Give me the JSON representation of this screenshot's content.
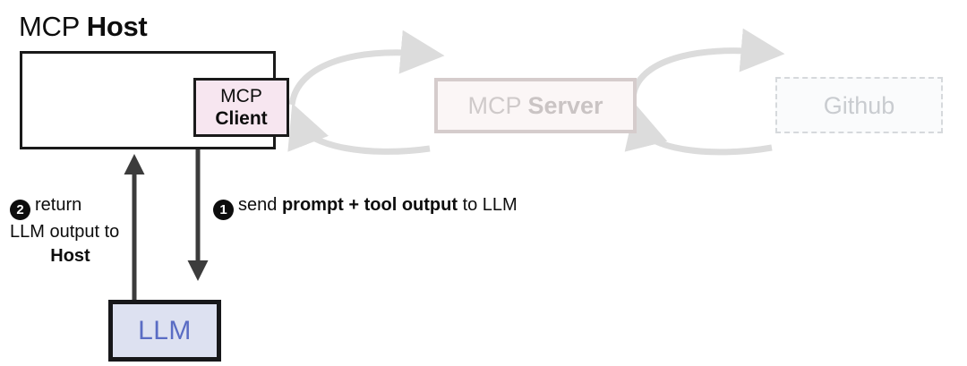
{
  "diagram": {
    "host": {
      "title_regular": "MCP ",
      "title_bold": "Host"
    },
    "client": {
      "line1": "MCP",
      "line2": "Client"
    },
    "server": {
      "label_regular": "MCP ",
      "label_bold": "Server"
    },
    "github": {
      "label": "Github"
    },
    "llm": {
      "label": "LLM"
    },
    "steps": [
      {
        "number": "1",
        "text_part1": "send ",
        "text_bold1": "prompt + tool output",
        "text_part2": " to LLM"
      },
      {
        "number": "2",
        "line1": "return",
        "line2": "LLM output to",
        "line3": "Host"
      }
    ],
    "colors": {
      "client_fill": "#f7e6f0",
      "client_border": "#1a1a1a",
      "host_border": "#1a1a1a",
      "server_fill": "#fbf6f6",
      "server_border": "#d5cccc",
      "server_text": "#cfcaca",
      "github_fill": "#fafbfc",
      "github_border": "#d6d9dc",
      "github_text": "#c9ccd0",
      "llm_fill": "#dde1f1",
      "llm_border": "#17171a",
      "llm_text": "#5a6cc4",
      "arrow_dark": "#3c3c3c",
      "arrow_light": "#dcdcdc",
      "text": "#0d0d0d",
      "background": "#ffffff"
    }
  }
}
